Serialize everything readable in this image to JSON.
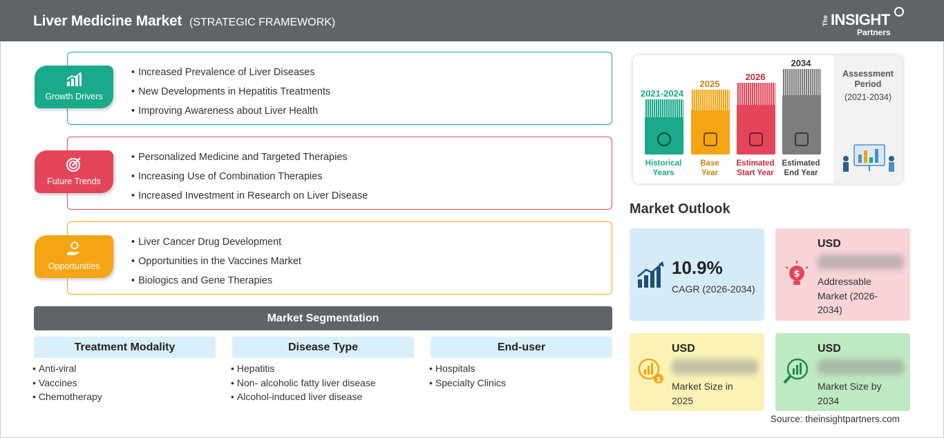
{
  "header": {
    "title": "Liver Medicine Market",
    "subtitle": "(STRATEGIC FRAMEWORK)",
    "logo": {
      "the": "The",
      "insight": "INSIGHT",
      "partners": "Partners"
    }
  },
  "drivers": {
    "growth": {
      "label": "Growth Drivers",
      "color": "#1aa98a",
      "items": [
        "Increased Prevalence of Liver Diseases",
        "New Developments in Hepatitis Treatments",
        "Improving Awareness about Liver Health"
      ]
    },
    "trends": {
      "label": "Future Trends",
      "color": "#e5455a",
      "items": [
        "Personalized Medicine and Targeted Therapies",
        "Increasing Use of Combination Therapies",
        "Increased Investment in Research on Liver Disease"
      ]
    },
    "opportunities": {
      "label": "Opportunities",
      "color": "#f5a414",
      "items": [
        "Liver Cancer Drug Development",
        "Opportunities in the Vaccines Market",
        "Biologics and Gene Therapies"
      ]
    }
  },
  "segmentation": {
    "title": "Market Segmentation",
    "columns": [
      {
        "header": "Treatment Modality",
        "items": [
          "Anti-viral",
          "Vaccines",
          "Chemotherapy"
        ]
      },
      {
        "header": "Disease Type",
        "items": [
          "Hepatitis",
          "Non- alcoholic fatty liver disease",
          "Alcohol-induced liver disease"
        ]
      },
      {
        "header": "End-user",
        "items": [
          "Hospitals",
          "Specialty Clinics"
        ]
      }
    ]
  },
  "assessment": {
    "title": "Assessment Period",
    "range": "(2021-2034)",
    "columns": [
      {
        "year": "2021-2024",
        "label1": "Historical",
        "label2": "Years",
        "color": "#1aa98a",
        "icon": "history-icon"
      },
      {
        "year": "2025",
        "label1": "Base",
        "label2": "Year",
        "color": "#f5a414",
        "icon": "calendar-icon"
      },
      {
        "year": "2026",
        "label1": "Estimated",
        "label2": "Start Year",
        "color": "#e5455a",
        "icon": "forecast-icon"
      },
      {
        "year": "2034",
        "label1": "Estimated",
        "label2": "End Year",
        "color": "#7d7d7d",
        "icon": "presentation-icon"
      }
    ]
  },
  "outlook": {
    "title": "Market Outlook",
    "cagr": {
      "value": "10.9%",
      "label": "CAGR (2026-2034)",
      "bg": "#d6ebf8",
      "icon": "growth-chart-icon"
    },
    "addressable": {
      "usd": "USD",
      "desc1": "Addressable",
      "desc2": "Market (2026-",
      "desc3": "2034)",
      "bg": "#f8d4d9",
      "icon": "idea-dollar-icon"
    },
    "size2025": {
      "usd": "USD",
      "desc1": "Market Size in",
      "desc2": "2025",
      "bg": "#fbf3b6",
      "icon": "money-chart-icon"
    },
    "size2034": {
      "usd": "USD",
      "desc1": "Market Size by",
      "desc2": "2034",
      "bg": "#bfe9c2",
      "icon": "chart-search-icon"
    }
  },
  "source": "Source: theinsightpartners.com"
}
